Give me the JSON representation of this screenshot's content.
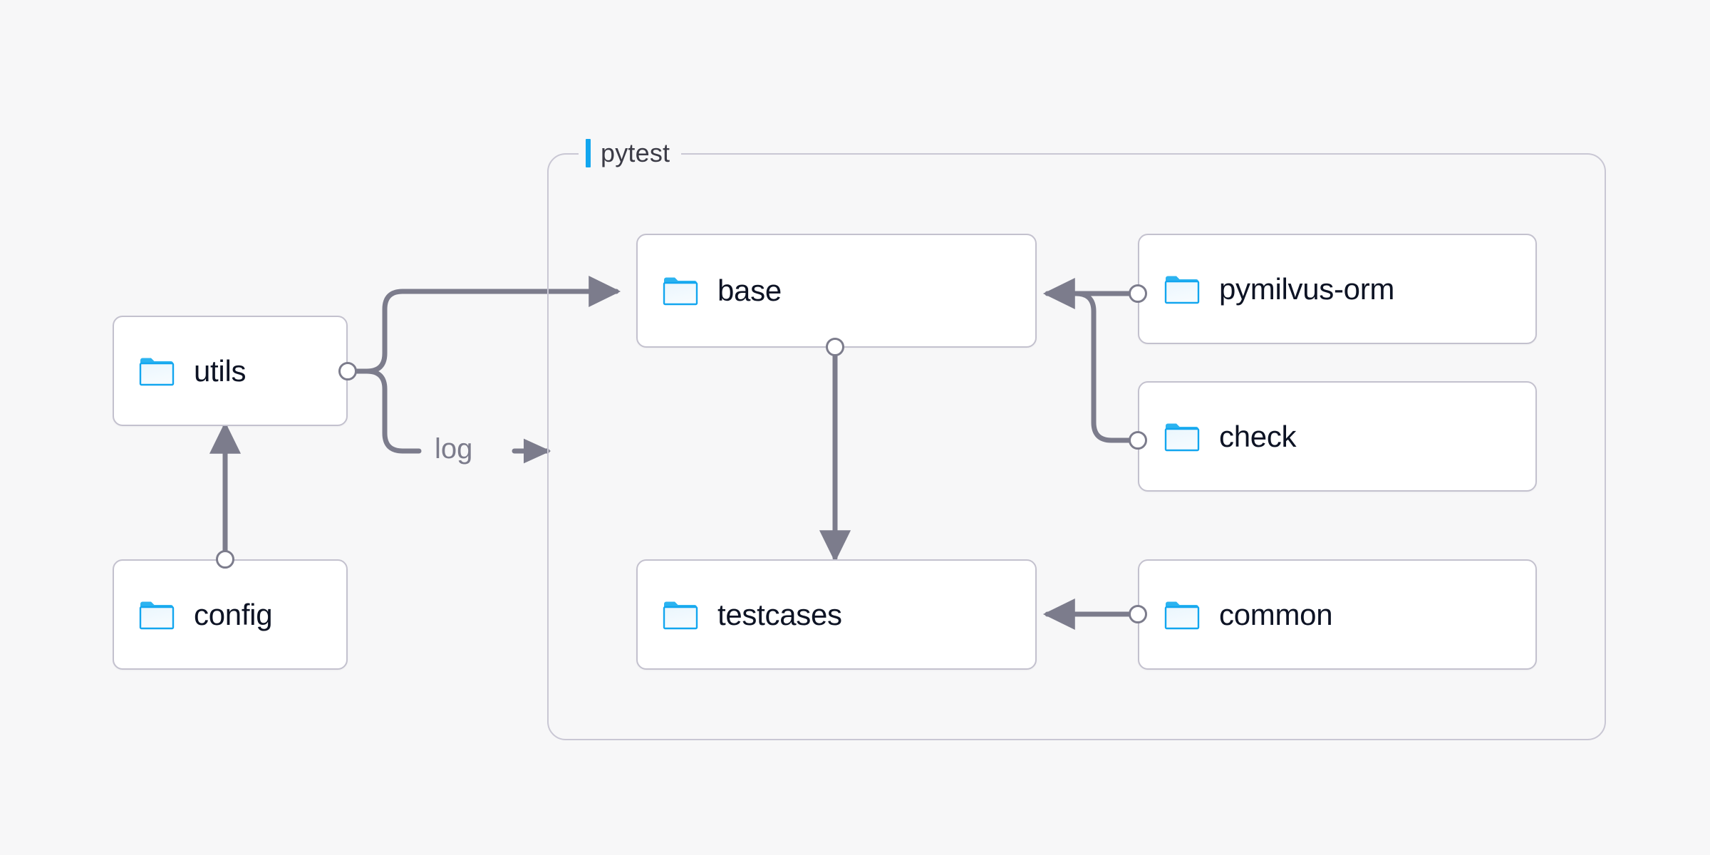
{
  "canvas": {
    "background": "#f7f7f8",
    "line_color": "#7c7c8c",
    "node_border_color": "#c3c1ce",
    "node_fill": "#ffffff",
    "group_border_color": "#c9c7d4",
    "accent_color": "#12a6ef",
    "label_color": "#0d1324"
  },
  "group": {
    "label": "pytest",
    "accent_color": "#12a6ef"
  },
  "nodes": [
    {
      "id": "utils",
      "label": "utils",
      "icon": "folder-icon"
    },
    {
      "id": "config",
      "label": "config",
      "icon": "folder-icon"
    },
    {
      "id": "base",
      "label": "base",
      "icon": "folder-icon"
    },
    {
      "id": "testcases",
      "label": "testcases",
      "icon": "folder-icon"
    },
    {
      "id": "pymilvus-orm",
      "label": "pymilvus-orm",
      "icon": "folder-icon"
    },
    {
      "id": "check",
      "label": "check",
      "icon": "folder-icon"
    },
    {
      "id": "common",
      "label": "common",
      "icon": "folder-icon"
    }
  ],
  "edges": [
    {
      "from": "utils",
      "to": "base",
      "label": ""
    },
    {
      "from": "utils",
      "to": "pytest",
      "label": "log"
    },
    {
      "from": "config",
      "to": "utils",
      "label": ""
    },
    {
      "from": "base",
      "to": "testcases",
      "label": ""
    },
    {
      "from": "pymilvus-orm",
      "to": "base",
      "label": ""
    },
    {
      "from": "check",
      "to": "base",
      "label": ""
    },
    {
      "from": "common",
      "to": "testcases",
      "label": ""
    }
  ],
  "edge_labels": {
    "log": "log"
  }
}
